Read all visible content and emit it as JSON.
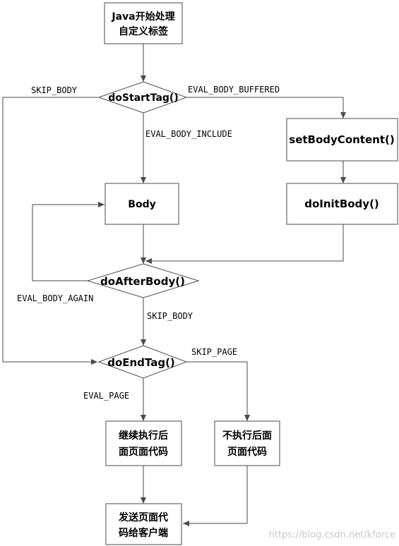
{
  "nodes": {
    "start": [
      "Java开始处理",
      "自定义标签"
    ],
    "do_start_tag": "doStartTag()",
    "set_body_content": "setBodyContent()",
    "do_init_body": "doInitBody()",
    "body": "Body",
    "do_after_body": "doAfterBody()",
    "do_end_tag": "doEndTag()",
    "continue_page": [
      "继续执行后",
      "面页面代码"
    ],
    "skip_page_box": [
      "不执行后面",
      "页面代码"
    ],
    "send_to_client": [
      "发送页面代",
      "码给客户端"
    ]
  },
  "edge_labels": {
    "skip_body_left": "SKIP_BODY",
    "eval_body_buffered": "EVAL_BODY_BUFFERED",
    "eval_body_include": "EVAL_BODY_INCLUDE",
    "eval_body_again": "EVAL_BODY_AGAIN",
    "skip_body_down": "SKIP_BODY",
    "skip_page": "SKIP_PAGE",
    "eval_page": "EVAL_PAGE"
  },
  "watermark": "https://blog.csdn.net/kforce",
  "colors": {
    "stroke": "#4a4a4a",
    "text": "#000000",
    "watermark": "#c8c8c8"
  }
}
